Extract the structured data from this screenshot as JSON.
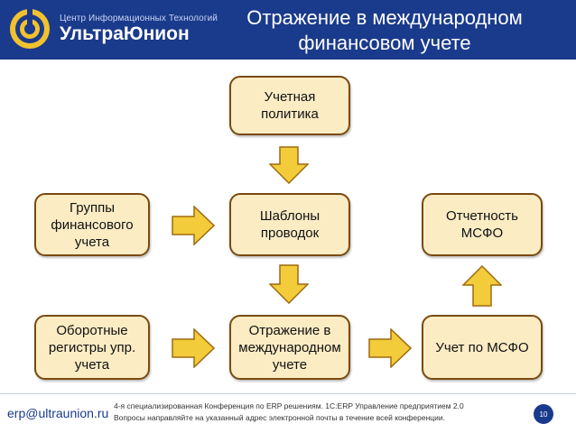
{
  "header": {
    "logo_subtitle": "Центр Информационных Технологий",
    "logo_name": "УльтраЮнион",
    "title": "Отражение в международном\nфинансовом учете"
  },
  "diagram": {
    "nodes": {
      "policy": "Учетная политика",
      "groups": "Группы\nфинансового\nучета",
      "templates": "Шаблоны\nпроводок",
      "ifrs_reporting": "Отчетность МСФО",
      "registers": "Оборотные\nрегистры упр.\nучета",
      "reflection": "Отражение в\nмеждународном\nучете",
      "ifrs_accounting": "Учет по МСФО"
    },
    "colors": {
      "box_fill": "#fcecc4",
      "box_border": "#7a4a10",
      "arrow_fill": "#f2cc3a",
      "arrow_border": "#a06a10"
    }
  },
  "footer": {
    "email": "erp@ultraunion.ru",
    "line1": "4-я специализированная Конференция  по ERP решениям. 1С:ERP Управление предприятием 2.0",
    "line2": "Вопросы направляйте на указанный адрес электронной почты в течение всей конференции.",
    "page": "10"
  }
}
